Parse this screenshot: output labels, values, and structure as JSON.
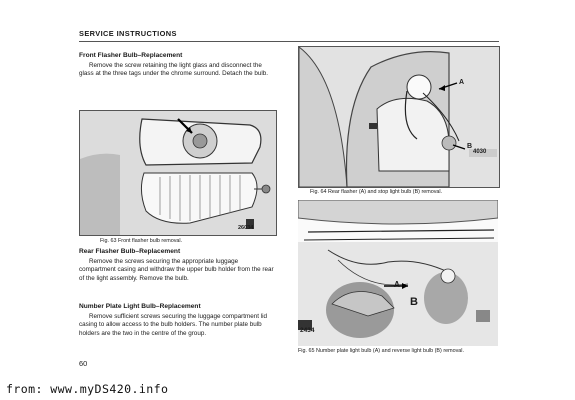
{
  "header": {
    "title": "SERVICE INSTRUCTIONS"
  },
  "sections": {
    "front": {
      "heading": "Front Flasher Bulb–Replacement",
      "body": "Remove the screw retaining the light glass and disconnect the glass at the three tags under the chrome surround. Detach the bulb."
    },
    "rear": {
      "heading": "Rear Flasher Bulb–Replacement",
      "body": "Remove the screws securing the appropriate luggage compartment casing and withdraw the upper bulb holder from the rear of the light assembly. Remove the bulb."
    },
    "plate": {
      "heading": "Number Plate Light Bulb–Replacement",
      "body": "Remove sufficient screws securing the luggage compartment lid casing to allow access to the bulb holders. The number plate bulb holders are the two in the centre of the group."
    }
  },
  "figures": {
    "fig63": {
      "code": "26034",
      "caption": "Fig. 63   Front flasher bulb removal."
    },
    "fig64": {
      "code": "4030",
      "label_a": "A",
      "label_b": "B",
      "caption": "Fig. 64   Rear flasher (A) and stop light bulb (B) removal."
    },
    "fig65": {
      "code": "2434",
      "label_a": "A",
      "label_b": "B",
      "caption": "Fig. 65   Number plate light bulb (A) and reverse light bulb (B) removal."
    }
  },
  "page_number": "60",
  "watermark": "from: www.myDS420.info"
}
